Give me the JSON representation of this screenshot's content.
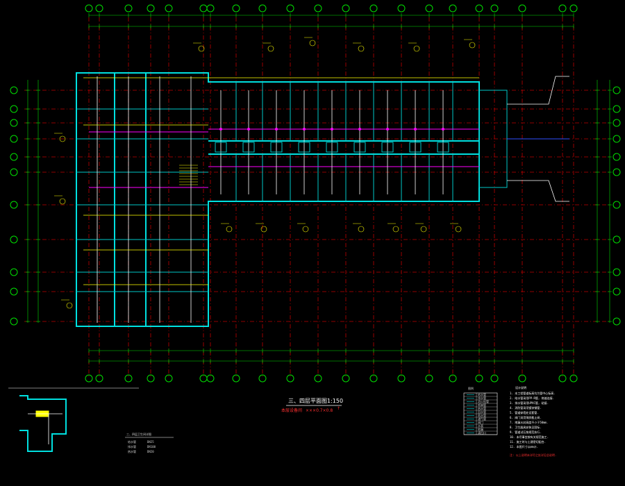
{
  "drawing": {
    "title": "三、四层平面图1:150",
    "subtitle_label": "本层设备间",
    "subtitle_value": "×××0.7×0.8",
    "subtitle_mark": "↑"
  },
  "legend": {
    "title": "图例",
    "rows": [
      "给水管",
      "排水管",
      "消火栓管",
      "喷淋管",
      "热水管",
      "回水管",
      "雨水管",
      "通气管",
      "阀门",
      "水表",
      "地漏",
      "清扫口"
    ]
  },
  "notes": {
    "title": "设计说明",
    "lines": [
      "1. 本工程管道标高均为管中心标高.",
      "2. 给水管采用PP-R管, 热熔连接.",
      "3. 排水管采用UPVC管, 粘接.",
      "4. 消防管采用镀锌钢管.",
      "5. 管道穿墙处设套管.",
      "6. 阀门采用铜质截止阀.",
      "7. 地漏水封高度不小于50mm.",
      "8. 卫生器具安装见国标.",
      "9. 管道试压按规范执行.",
      "10. 未尽事宜按有关规范施工.",
      "11. 施工时与土建密切配合.",
      "12. 本图尺寸以mm计."
    ],
    "red_line": "注: 以上说明未详尽之处详见总说明."
  },
  "detail": {
    "title": "三、四层卫生间详图",
    "row_labels": [
      "给水管",
      "排水管",
      "热水管"
    ],
    "row_values": [
      "DN25",
      "DN100",
      "DN20"
    ]
  },
  "colors": {
    "grid": "#c00000",
    "axis": "#00e000",
    "wall": "#00e0e0",
    "pipe_hot": "#ff00ff",
    "pipe_cold": "#ffff00",
    "pipe_fire": "#3050ff"
  }
}
